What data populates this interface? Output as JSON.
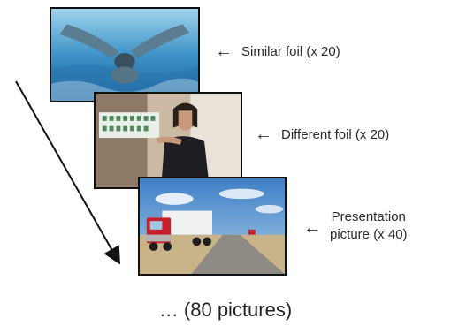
{
  "labels": {
    "similar_foil": "Similar foil (x 20)",
    "different_foil": "Different foil (x 20)",
    "presentation_line1": "Presentation",
    "presentation_line2": "picture (x 40)"
  },
  "caption": "… (80 pictures)",
  "icons": {
    "label_arrow": "arrow-left-icon",
    "sequence_arrow": "diagonal-arrow-icon"
  },
  "colors": {
    "border": "#111111",
    "text": "#2a2a2a"
  }
}
